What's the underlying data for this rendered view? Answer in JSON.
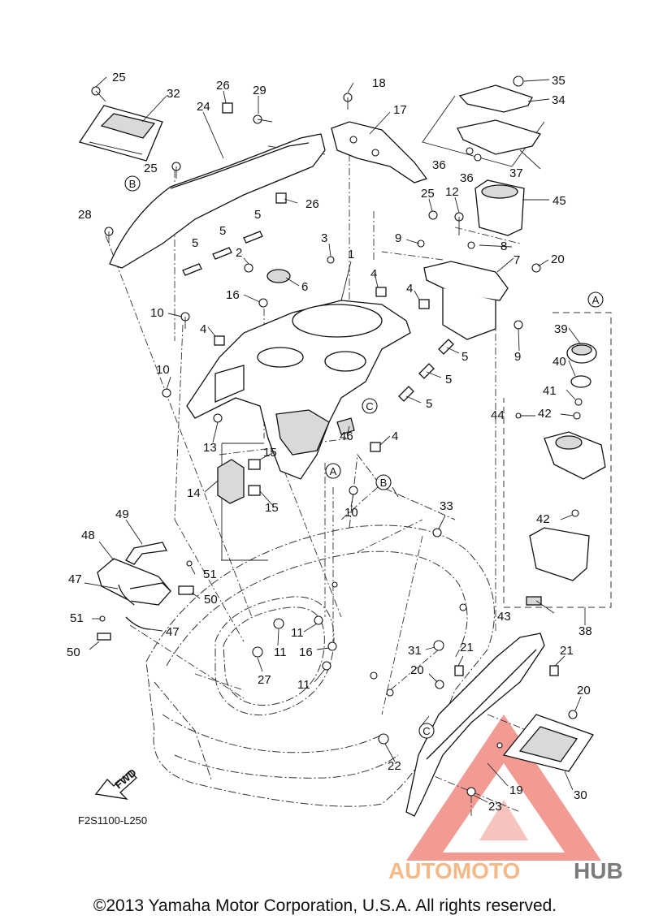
{
  "labels": {
    "1": "1",
    "2": "2",
    "3": "3",
    "4": "4",
    "5": "5",
    "6": "6",
    "7": "7",
    "8": "8",
    "9": "9",
    "10": "10",
    "11": "11",
    "12": "12",
    "13": "13",
    "14": "14",
    "15": "15",
    "16": "16",
    "17": "17",
    "18": "18",
    "19": "19",
    "20": "20",
    "21": "21",
    "22": "22",
    "23": "23",
    "24": "24",
    "25": "25",
    "26": "26",
    "27": "27",
    "28": "28",
    "29": "29",
    "30": "30",
    "31": "31",
    "32": "32",
    "33": "33",
    "34": "34",
    "35": "35",
    "36": "36",
    "37": "37",
    "38": "38",
    "39": "39",
    "40": "40",
    "41": "41",
    "42": "42",
    "43": "43",
    "44": "44",
    "45": "45",
    "46": "46",
    "47": "47",
    "48": "48",
    "49": "49",
    "50": "50",
    "51": "51"
  },
  "callouts": {
    "a": "A",
    "b": "B",
    "c": "C"
  },
  "fwd_text": "FWD",
  "ref_code": "F2S1100-L250",
  "copyright": "©2013 Yamaha Motor Corporation, U.S.A. All rights reserved.",
  "watermark": {
    "auto": "AUTOMOTO",
    "hub": "HUB"
  },
  "colors": {
    "watermark_red": "#e94b3c",
    "watermark_orange": "#f3b27a",
    "watermark_grey": "#6e6e6e"
  }
}
